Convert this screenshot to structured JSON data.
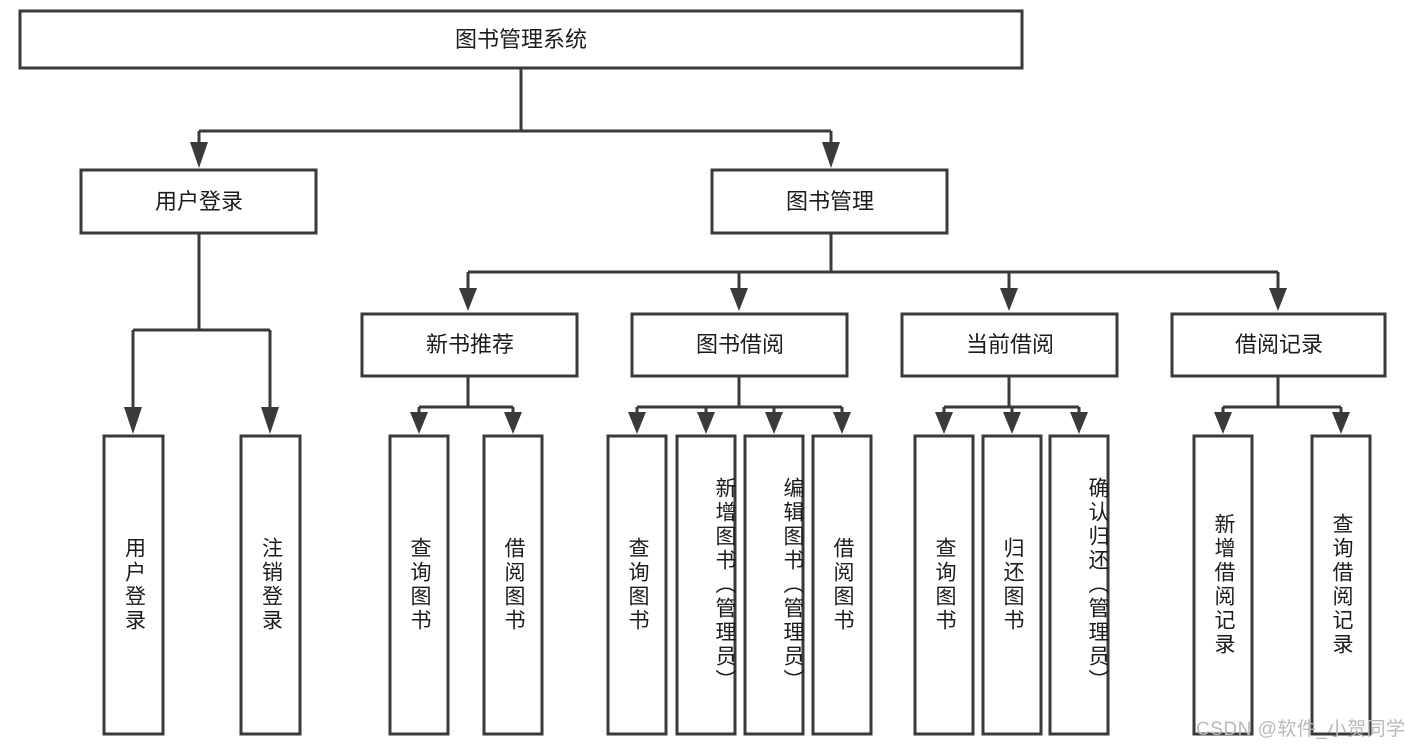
{
  "diagram": {
    "type": "hierarchy-tree",
    "title": "图书管理系统",
    "root": {
      "label": "图书管理系统",
      "orientation": "horizontal"
    },
    "level2": [
      {
        "label": "用户登录",
        "orientation": "horizontal"
      },
      {
        "label": "图书管理",
        "orientation": "horizontal"
      }
    ],
    "level3": [
      {
        "label": "新书推荐",
        "orientation": "horizontal",
        "parent": "图书管理"
      },
      {
        "label": "图书借阅",
        "orientation": "horizontal",
        "parent": "图书管理"
      },
      {
        "label": "当前借阅",
        "orientation": "horizontal",
        "parent": "图书管理"
      },
      {
        "label": "借阅记录",
        "orientation": "horizontal",
        "parent": "图书管理"
      }
    ],
    "leaves": [
      {
        "label": "用户登录",
        "parent": "用户登录",
        "orientation": "vertical"
      },
      {
        "label": "注销登录",
        "parent": "用户登录",
        "orientation": "vertical"
      },
      {
        "label": "查询图书",
        "parent": "新书推荐",
        "orientation": "vertical"
      },
      {
        "label": "借阅图书",
        "parent": "新书推荐",
        "orientation": "vertical"
      },
      {
        "label": "查询图书",
        "parent": "图书借阅",
        "orientation": "vertical"
      },
      {
        "label": "新增图书（管理员）",
        "parent": "图书借阅",
        "orientation": "vertical"
      },
      {
        "label": "编辑图书（管理员）",
        "parent": "图书借阅",
        "orientation": "vertical"
      },
      {
        "label": "借阅图书",
        "parent": "图书借阅",
        "orientation": "vertical"
      },
      {
        "label": "查询图书",
        "parent": "当前借阅",
        "orientation": "vertical"
      },
      {
        "label": "归还图书",
        "parent": "当前借阅",
        "orientation": "vertical"
      },
      {
        "label": "确认归还（管理员）",
        "parent": "当前借阅",
        "orientation": "vertical"
      },
      {
        "label": "新增借阅记录",
        "parent": "借阅记录",
        "orientation": "vertical"
      },
      {
        "label": "查询借阅记录",
        "parent": "借阅记录",
        "orientation": "vertical"
      }
    ],
    "colors": {
      "box_stroke": "#3a3a3a",
      "box_fill": "#ffffff",
      "connector": "#3a3a3a",
      "text": "#1c1c1c",
      "watermark": "#b9b9b9",
      "background": "#ffffff"
    }
  },
  "watermark": {
    "text": "CSDN @软件_小贺同学"
  }
}
